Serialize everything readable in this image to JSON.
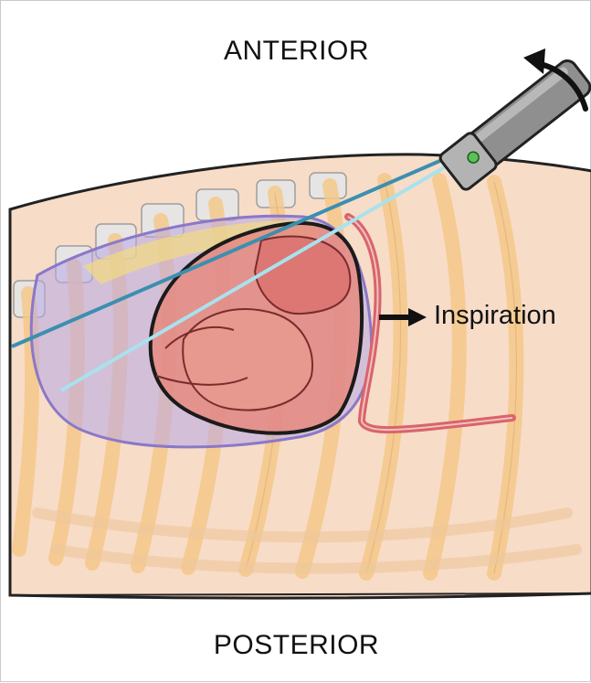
{
  "labels": {
    "top": "ANTERIOR",
    "bottom": "POSTERIOR",
    "movement": "Inspiration"
  },
  "icons": {
    "probe": "ultrasound-probe-icon",
    "rotate": "rotation-arrow-icon",
    "movement_arrow": "right-arrow-icon"
  },
  "colors": {
    "skin": "#f7dcc8",
    "rib": "#f5c98a",
    "heart": "#e07a74",
    "pericardium": "#9c8fd6",
    "diaphragm": "#d9646a",
    "beam_dark": "#3b8fb0",
    "beam_light": "#a8e2ee",
    "probe": "#9a9a9a",
    "probe_marker": "#5ac05a"
  }
}
